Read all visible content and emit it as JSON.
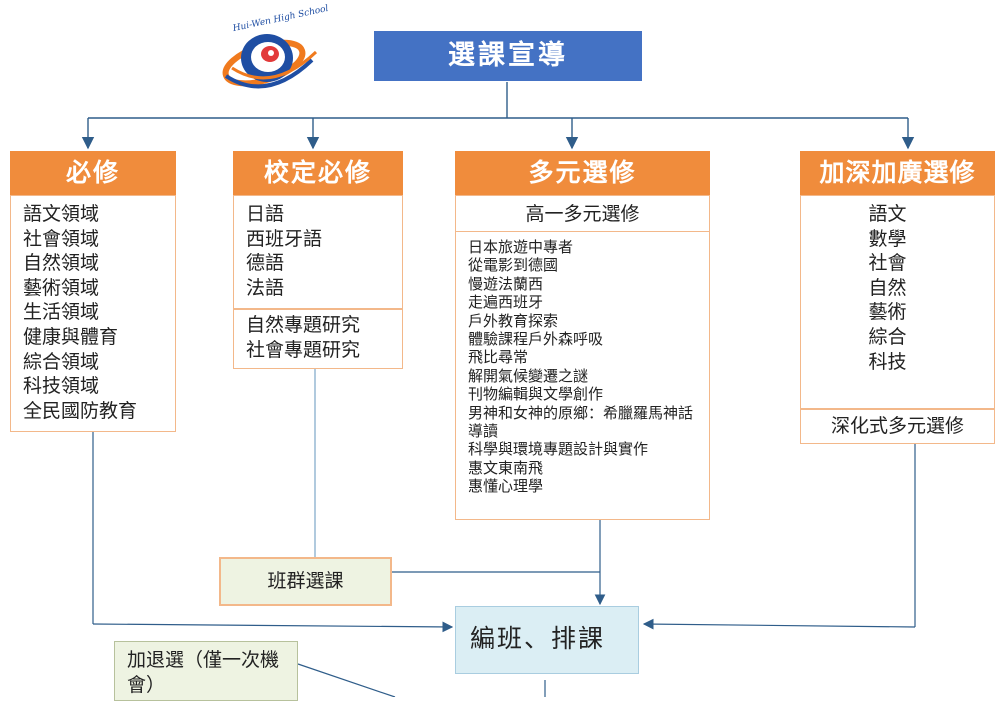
{
  "logo": {
    "text": "Hui-Wen High School",
    "icon": "school-logo-swirl"
  },
  "title": "選課宣導",
  "columns": {
    "required": {
      "header": "必修",
      "items": [
        "語文領域",
        "社會領域",
        "自然領域",
        "藝術領域",
        "生活領域",
        "健康與體育",
        "綜合領域",
        "科技領域",
        "全民國防教育"
      ]
    },
    "school_required": {
      "header": "校定必修",
      "languages": [
        "日語",
        "西班牙語",
        "德語",
        "法語"
      ],
      "research": [
        "自然專題研究",
        "社會專題研究"
      ]
    },
    "diverse": {
      "header": "多元選修",
      "subheader": "高一多元選修",
      "items": [
        "日本旅遊中專者",
        "從電影到德國",
        "慢遊法蘭西",
        "走遍西班牙",
        "戶外教育探索",
        "體驗課程戶外森呼吸",
        "飛比尋常",
        "解開氣候變遷之謎",
        "刊物編輯與文學創作",
        "男神和女神的原鄉：希臘羅馬神話導讀",
        "科學與環境專題設計與實作",
        "惠文東南飛",
        "惠懂心理學"
      ]
    },
    "advanced": {
      "header": "加深加廣選修",
      "items": [
        "語文",
        "數學",
        "社會",
        "自然",
        "藝術",
        "綜合",
        "科技"
      ],
      "footer": "深化式多元選修"
    }
  },
  "class_group": "班群選課",
  "scheduling": "編班、排課",
  "add_drop": "加退選（僅一次機會）",
  "colors": {
    "orange": "#f08c3c",
    "blue": "#4472c4",
    "arrow": "#2f5d8a",
    "light_blue": "#dbeef4",
    "light_green": "#eef3e2"
  }
}
